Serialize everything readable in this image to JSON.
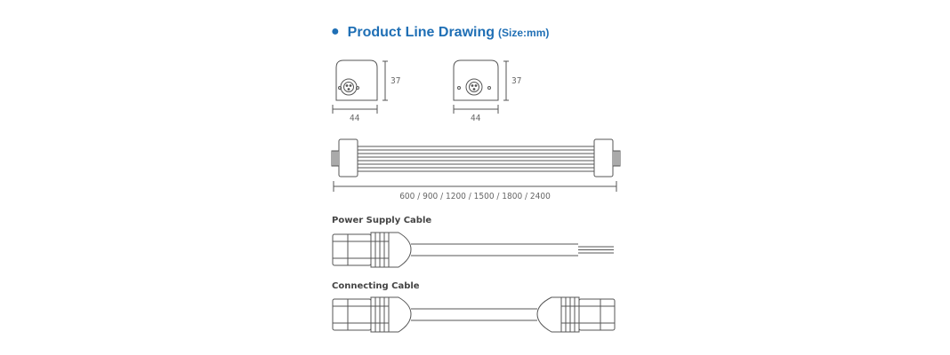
{
  "header": {
    "bullet": "●",
    "title": "Product Line Drawing",
    "unit": "(Size:mm)"
  },
  "end_cap_views": [
    {
      "height": "37",
      "width": "44"
    },
    {
      "height": "37",
      "width": "44"
    }
  ],
  "length_label": "600 / 900 / 1200 / 1500 / 1800 / 2400",
  "power_cable_label": "Power Supply Cable",
  "connecting_cable_label": "Connecting Cable",
  "colors": {
    "title": "#1f6fb5",
    "line": "#555555"
  }
}
